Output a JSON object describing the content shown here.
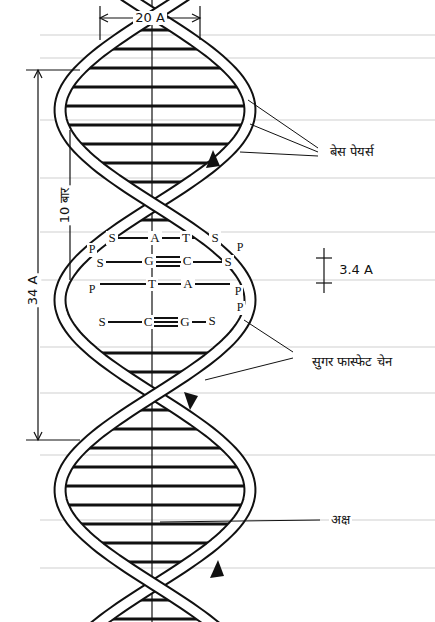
{
  "diagram": {
    "labels": [
      "20 A",
      "34 A",
      "10 बार",
      "बेस पेयर्स",
      "3.4 A",
      "सुगर फास्फेट चेन",
      "अक्ष",
      "S",
      "A",
      "T",
      "S",
      "P",
      "S",
      "G",
      "C",
      "S",
      "P",
      "P",
      "T",
      "A",
      "P",
      "S",
      "C",
      "G",
      "S",
      "P"
    ]
  }
}
